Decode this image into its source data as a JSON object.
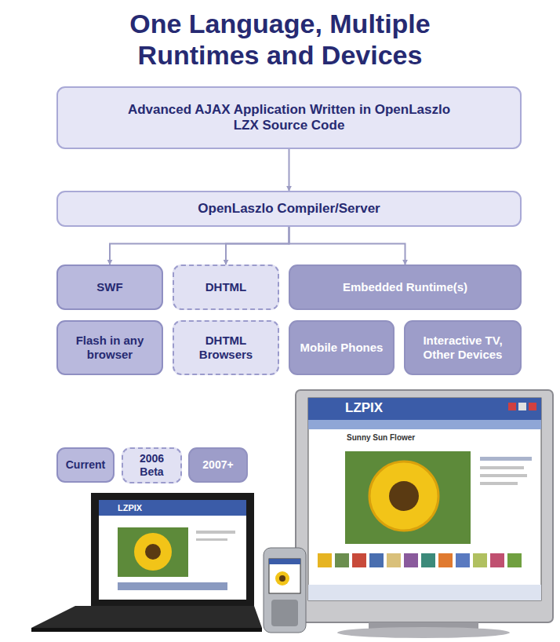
{
  "diagram": {
    "title": "One Language, Multiple Runtimes and Devices",
    "nodes": [
      {
        "text": [
          "Advanced AJAX Application Written in OpenLaszlo LZX Source Code"
        ]
      },
      {
        "text": [
          "OpenLaszlo Compiler/Server"
        ]
      },
      {
        "text": [
          "SWF"
        ]
      },
      {
        "text": [
          "DHTML"
        ]
      },
      {
        "text": [
          "Embedded Runtime(s)"
        ]
      },
      {
        "text": [
          "Flash in any browser"
        ]
      },
      {
        "text": [
          "DHTML Browsers"
        ]
      },
      {
        "text": [
          "Mobile Phones"
        ]
      },
      {
        "text": [
          "Interactive TV, Other Devices"
        ]
      }
    ],
    "edges": [
      {
        "from": 0,
        "to": 1,
        "arrow": "to"
      },
      {
        "from": 1,
        "to": 2,
        "arrow": "to"
      },
      {
        "from": 1,
        "to": 3,
        "arrow": "to"
      },
      {
        "from": 1,
        "to": 4,
        "arrow": "to"
      }
    ],
    "labels": [
      "LZPIX",
      "LZPIX",
      "Sunny Sun Flower"
    ],
    "legend": [
      {
        "text": "Current",
        "color": "#b9b9dd"
      },
      {
        "text": "2006 Beta",
        "color": "#e1e1f3"
      },
      {
        "text": "2007+",
        "color": "#9d9dc9"
      }
    ]
  }
}
